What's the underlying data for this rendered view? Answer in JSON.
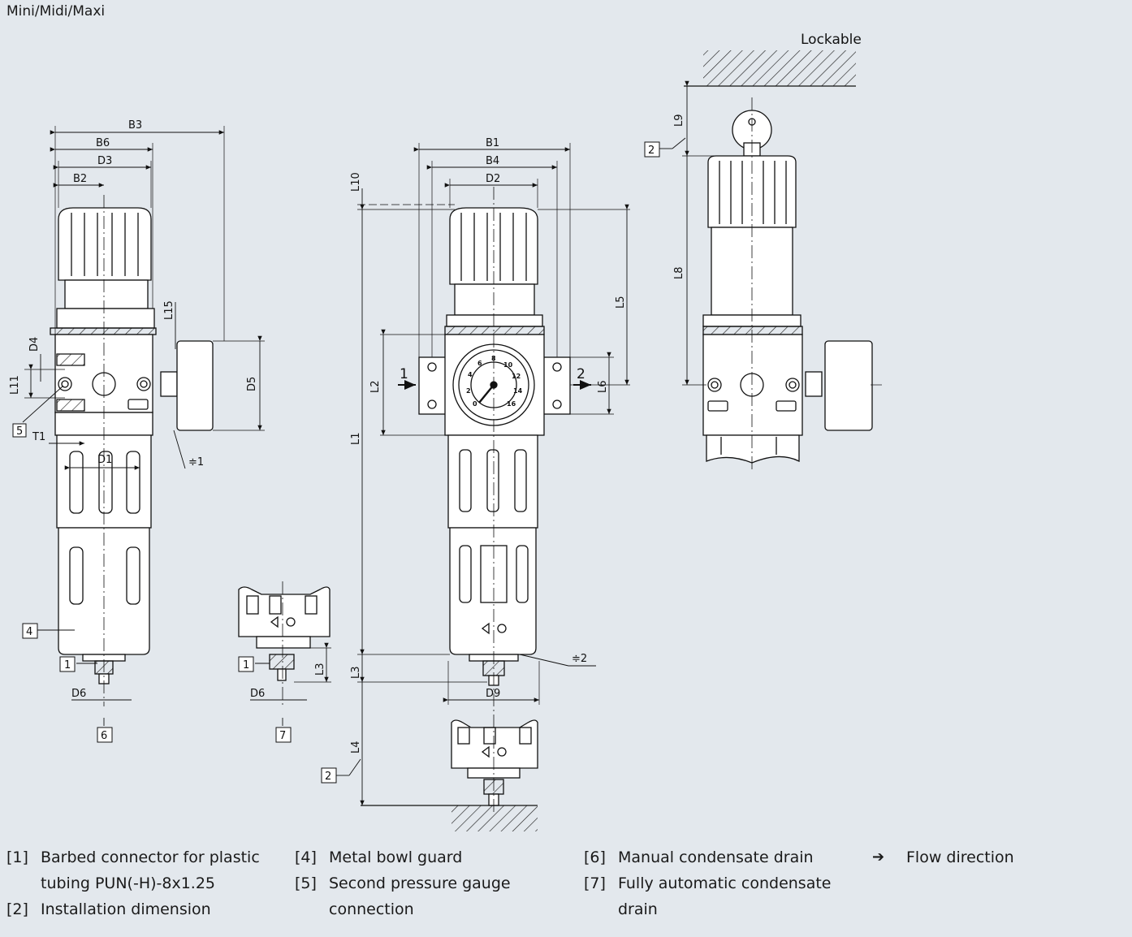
{
  "header": {
    "title": "Mini/Midi/Maxi"
  },
  "drawing": {
    "lockable_label": "Lockable",
    "dims": {
      "B1": "B1",
      "B2": "B2",
      "B3": "B3",
      "B4": "B4",
      "B6": "B6",
      "D1": "D1",
      "D2": "D2",
      "D3": "D3",
      "D4": "D4",
      "D5": "D5",
      "D6": "D6",
      "D9": "D9",
      "L1": "L1",
      "L2": "L2",
      "L3": "L3",
      "L4": "L4",
      "L5": "L5",
      "L6": "L6",
      "L8": "L8",
      "L9": "L9",
      "L10": "L10",
      "L11": "L11",
      "L15": "L15",
      "T1": "T1",
      "wrench1": "≑1",
      "wrench2": "≑2"
    },
    "callouts": {
      "c1": "1",
      "c2": "2",
      "c4": "4",
      "c5": "5",
      "c6": "6",
      "c7": "7"
    },
    "flow_in": "1",
    "flow_out": "2",
    "gauge_numbers": [
      "0",
      "2",
      "4",
      "6",
      "8",
      "10",
      "12",
      "14",
      "16"
    ]
  },
  "legend": {
    "col1": [
      {
        "num": "[1]",
        "text": "Barbed connector for plastic tubing PUN(-H)-8x1.25"
      },
      {
        "num": "[2]",
        "text": "Installation dimension"
      }
    ],
    "col2": [
      {
        "num": "[4]",
        "text": "Metal bowl guard"
      },
      {
        "num": "[5]",
        "text": "Second pressure gauge connection"
      }
    ],
    "col3": [
      {
        "num": "[6]",
        "text": "Manual condensate drain"
      },
      {
        "num": "[7]",
        "text": "Fully automatic condensate drain"
      }
    ],
    "col4": [
      {
        "symbol": "➔",
        "text": "Flow direction"
      }
    ]
  }
}
